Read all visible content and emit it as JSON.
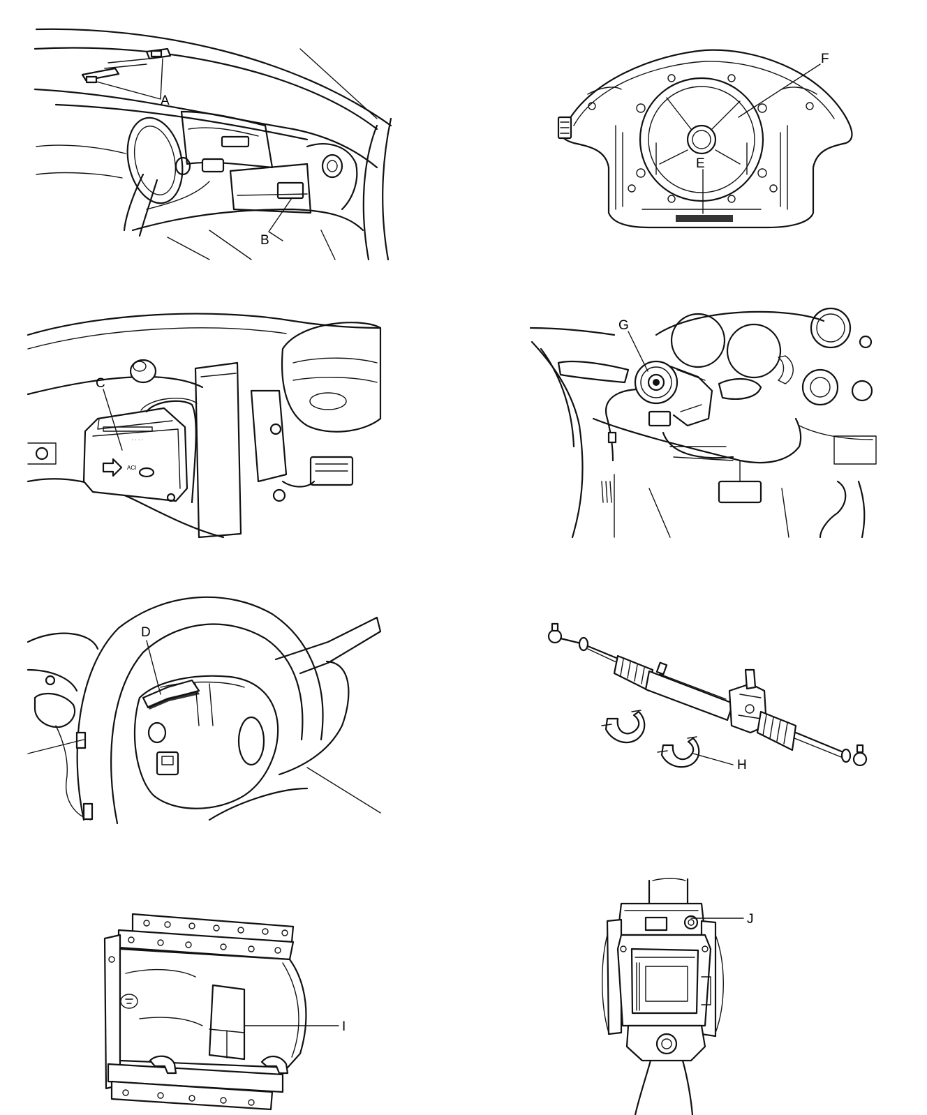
{
  "callouts": {
    "a": "A",
    "b": "B",
    "c": "C",
    "d": "D",
    "e": "E",
    "f": "F",
    "g": "G",
    "h": "H",
    "i": "I",
    "j": "J"
  },
  "module_text": "ACI"
}
